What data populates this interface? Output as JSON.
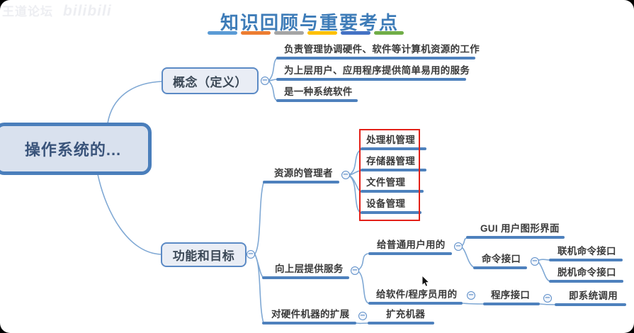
{
  "watermark": {
    "site": "王道论坛",
    "platform": "bilibili"
  },
  "header": {
    "title": "知识回顾与重要考点",
    "underline_bar_colors": [
      "#5B9BD5",
      "#ED7D31",
      "#A5A5A5",
      "#FFC000",
      "#4472C4",
      "#70AD47"
    ]
  },
  "icons": {
    "collapse_glyph": "−"
  },
  "mindmap": {
    "highlight_color": "#E32119",
    "line_color": "#4E81BD",
    "root": {
      "label": "操作系统的..."
    },
    "branches": [
      {
        "label": "概念（定义）",
        "children": [
          {
            "label": "负责管理协调硬件、软件等计算机资源的工作"
          },
          {
            "label": "为上层用户、应用程序提供简单易用的服务"
          },
          {
            "label": "是一种系统软件"
          }
        ]
      },
      {
        "label": "功能和目标",
        "children": [
          {
            "label": "资源的管理者",
            "highlighted": true,
            "children": [
              {
                "label": "处理机管理"
              },
              {
                "label": "存储器管理"
              },
              {
                "label": "文件管理"
              },
              {
                "label": "设备管理"
              }
            ]
          },
          {
            "label": "向上层提供服务",
            "children": [
              {
                "label": "给普通用户用的",
                "children": [
                  {
                    "label": "GUI 用户图形界面"
                  },
                  {
                    "label": "命令接口",
                    "children": [
                      {
                        "label": "联机命令接口"
                      },
                      {
                        "label": "脱机命令接口"
                      }
                    ]
                  }
                ]
              },
              {
                "label": "给软件/程序员用的",
                "children": [
                  {
                    "label": "程序接口",
                    "children": [
                      {
                        "label": "即系统调用"
                      }
                    ]
                  }
                ]
              }
            ]
          },
          {
            "label": "对硬件机器的扩展",
            "children": [
              {
                "label": "扩充机器"
              }
            ]
          }
        ]
      }
    ]
  }
}
